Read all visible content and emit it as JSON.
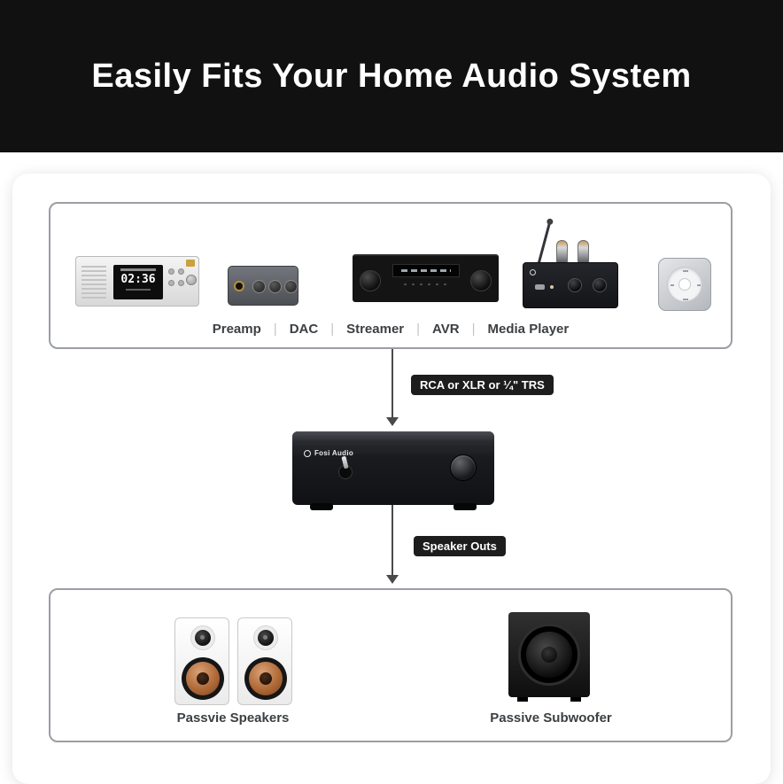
{
  "header": {
    "title": "Easily Fits Your Home Audio System"
  },
  "sources": {
    "separator": "|",
    "items": [
      {
        "label": "Preamp"
      },
      {
        "label": "DAC"
      },
      {
        "label": "Streamer"
      },
      {
        "label": "AVR"
      },
      {
        "label": "Media Player"
      }
    ],
    "preamp_display_time": "02:36"
  },
  "amplifier": {
    "brand": "Fosi Audio"
  },
  "connections": {
    "input_badge": "RCA or XLR or ¼\" TRS",
    "output_badge": "Speaker Outs"
  },
  "outputs": {
    "speakers_label": "Passvie Speakers",
    "subwoofer_label": "Passive Subwoofer"
  },
  "colors": {
    "header_bg": "#111111",
    "badge_bg": "#1d1d1d",
    "box_border": "#9b9fa4",
    "accent_copper": "#b06a38"
  }
}
